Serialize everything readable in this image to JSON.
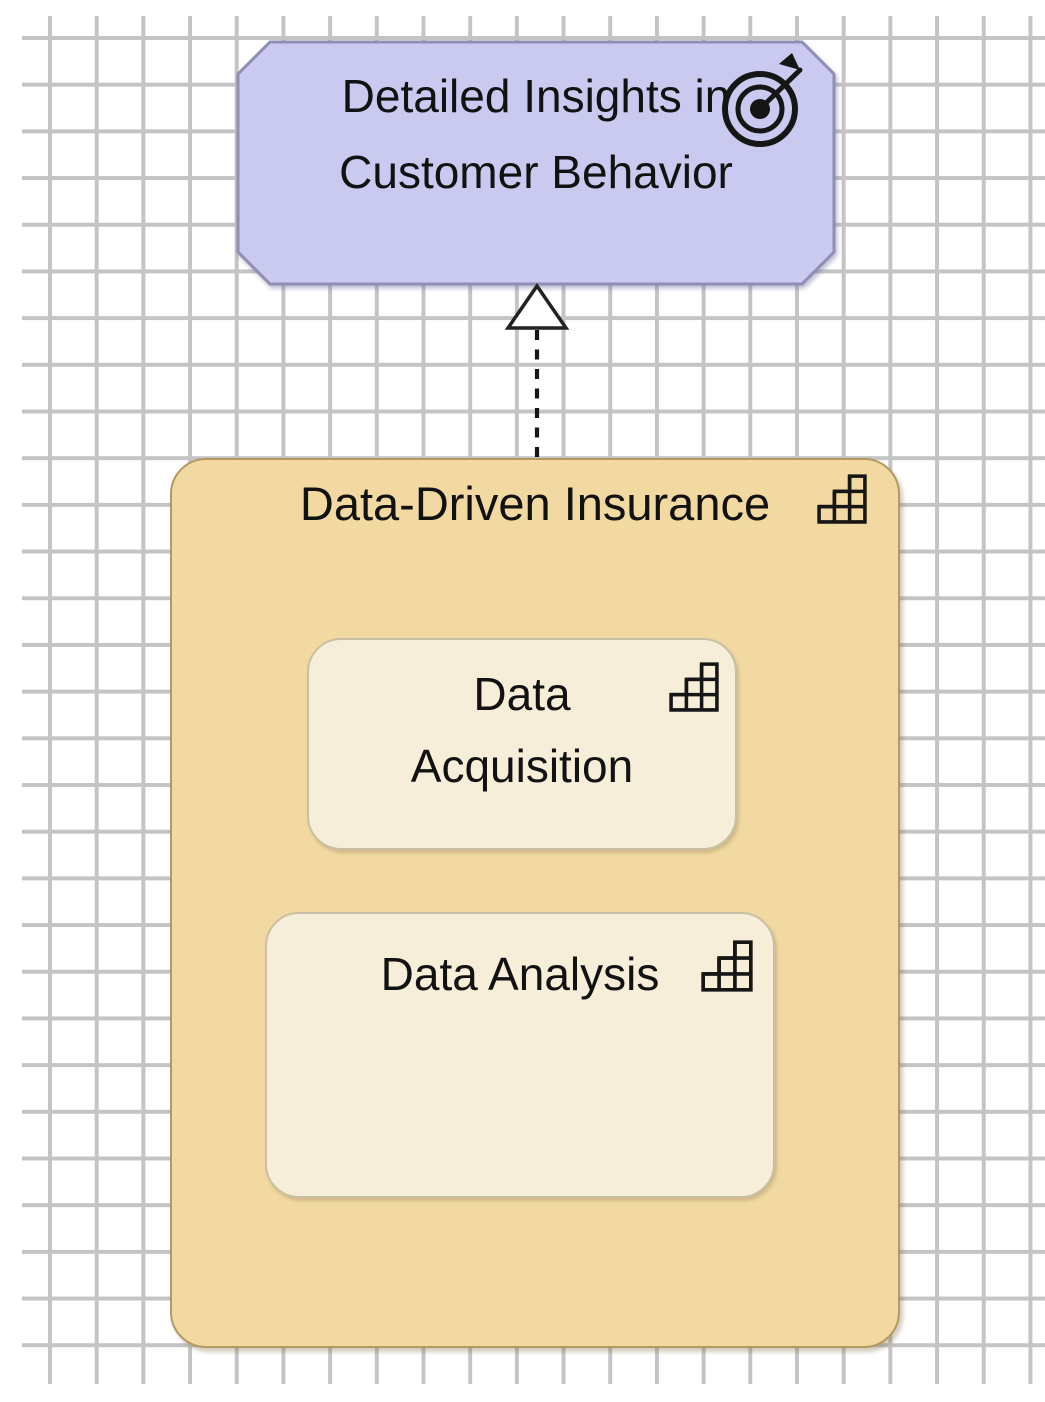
{
  "colors": {
    "canvas-bg": "#ffffff",
    "grid-line": "#c4c4c4",
    "text": "#121212",
    "goal-fill": "#cacaf0",
    "goal-border": "#8f8fb5",
    "capability-fill": "#f1d9a1",
    "capability-border": "#b49a62",
    "subcapability-fill": "#f7eed9",
    "subcapability-border": "#c9bfa4",
    "icon-stroke": "#161616"
  },
  "goal": {
    "label": "Detailed Insights in Customer Behavior"
  },
  "relationship": {
    "type": "realization"
  },
  "capability": {
    "label": "Data-Driven Insurance",
    "children": [
      {
        "label": "Data Acquisition"
      },
      {
        "label": "Data Analysis"
      }
    ]
  }
}
